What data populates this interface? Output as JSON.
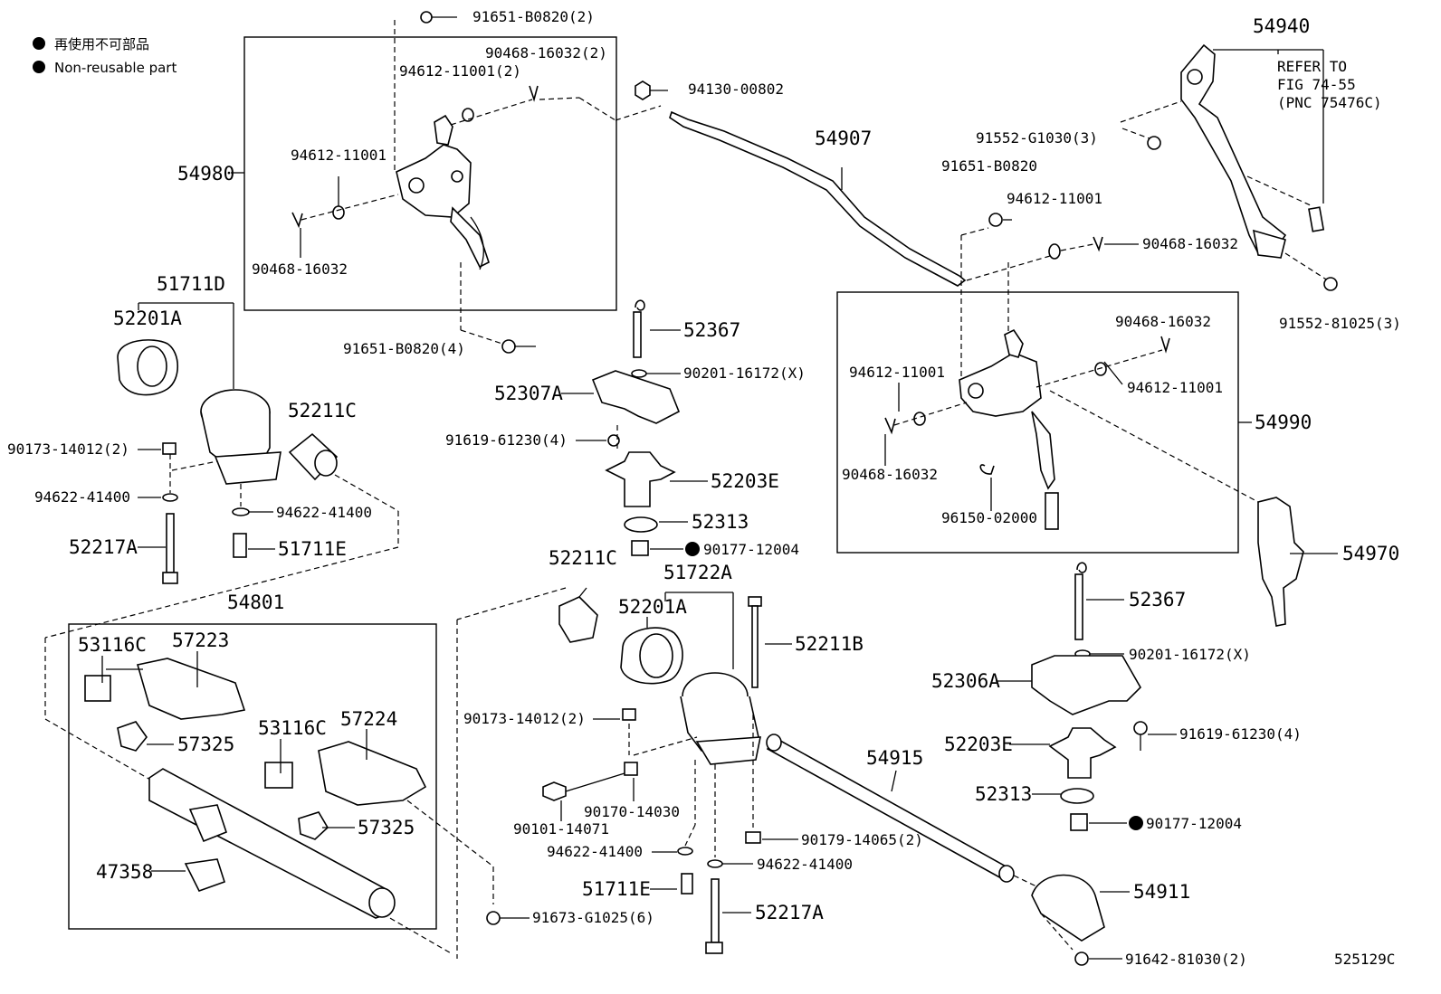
{
  "diagram": {
    "id_code": "525129C",
    "legend": {
      "line1": "再使用不可部品",
      "line2": "Non-reusable part"
    },
    "refer_note": {
      "line1": "REFER TO",
      "line2": "FIG 74-55",
      "line3": "(PNC 75476C)"
    },
    "labels": {
      "p91651_b0820_2": "91651-B0820(2)",
      "p90468_16032_2": "90468-16032(2)",
      "p94612_11001_2": "94612-11001(2)",
      "p94130_00802": "94130-00802",
      "p54907": "54907",
      "p54980": "54980",
      "p94612_11001_a": "94612-11001",
      "p90468_16032_a": "90468-16032",
      "p91651_b0820_4": "91651-B0820(4)",
      "p54940": "54940",
      "p91552_g1030_3": "91552-G1030(3)",
      "p91651_b0820": "91651-B0820",
      "p94612_11001_b": "94612-11001",
      "p90468_16032_b": "90468-16032",
      "p91552_81025_3": "91552-81025(3)",
      "p90468_16032_c": "90468-16032",
      "p94612_11001_c": "94612-11001",
      "p94612_11001_d": "94612-11001",
      "p54990": "54990",
      "p90468_16032_d": "90468-16032",
      "p96150_02000": "96150-02000",
      "p54970": "54970",
      "p51711d": "51711D",
      "p52201a_a": "52201A",
      "p52211c_a": "52211C",
      "p90173_14012_2_a": "90173-14012(2)",
      "p94622_41400_a": "94622-41400",
      "p94622_41400_b": "94622-41400",
      "p52217a_a": "52217A",
      "p51711e_a": "51711E",
      "p52367_a": "52367",
      "p90201_16172_a": "90201-16172(X)",
      "p52307a": "52307A",
      "p91619_61230_4_a": "91619-61230(4)",
      "p52203e_a": "52203E",
      "p52313_a": "52313",
      "p90177_12004_a": "90177-12004",
      "p54801": "54801",
      "p53116c_a": "53116C",
      "p57223": "57223",
      "p57325_a": "57325",
      "p53116c_b": "53116C",
      "p57224": "57224",
      "p57325_b": "57325",
      "p47358": "47358",
      "p91673_g1025_6": "91673-G1025(6)",
      "p52211c_b": "52211C",
      "p51722a": "51722A",
      "p52201a_b": "52201A",
      "p52211b": "52211B",
      "p90173_14012_2_b": "90173-14012(2)",
      "p90170_14030": "90170-14030",
      "p90101_14071": "90101-14071",
      "p94622_41400_c": "94622-41400",
      "p94622_41400_d": "94622-41400",
      "p90179_14065_2": "90179-14065(2)",
      "p51711e_b": "51711E",
      "p52217a_b": "52217A",
      "p54915": "54915",
      "p52367_b": "52367",
      "p90201_16172_b": "90201-16172(X)",
      "p52306a": "52306A",
      "p91619_61230_4_b": "91619-61230(4)",
      "p52203e_b": "52203E",
      "p52313_b": "52313",
      "p90177_12004_b": "90177-12004",
      "p54911": "54911",
      "p91642_81030_2": "91642-81030(2)"
    }
  }
}
